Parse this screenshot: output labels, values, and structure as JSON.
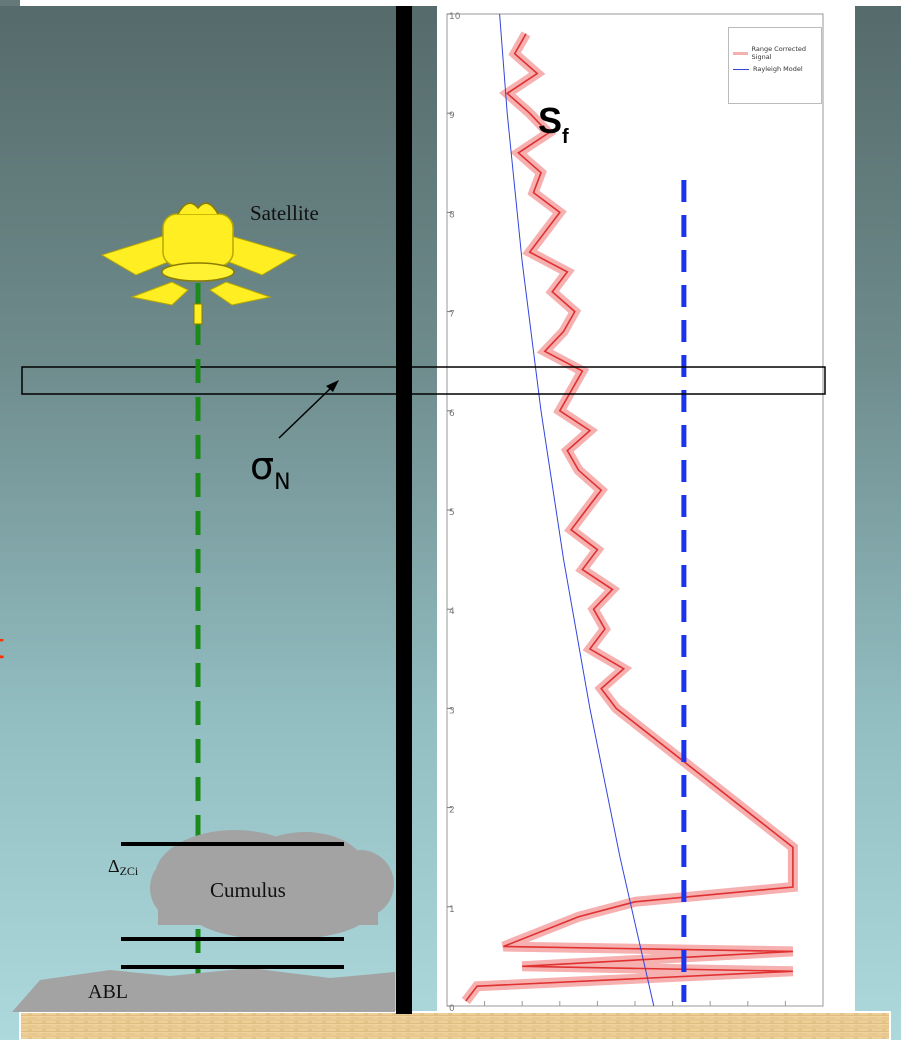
{
  "labels": {
    "satellite": "Satellite",
    "cumulus": "Cumulus",
    "abl": "ABL",
    "delta_base": "Δ",
    "delta_sub": "ZCi",
    "sigma": "σ",
    "sigma_sub": "N",
    "sf": "S",
    "sf_sub": "f",
    "left_cut_text": "t"
  },
  "legend": {
    "items": [
      {
        "label": "Range Corrected Signal",
        "color": "#e04040"
      },
      {
        "label": "Rayleigh Model",
        "color": "#3344dd"
      }
    ]
  },
  "colors": {
    "sky_top": "#556a6a",
    "sky_bottom": "#a9d8dc",
    "ground": "#e9c98e",
    "signal": "#e03030",
    "signal_band": "#f6b0b0",
    "rayleigh": "#3344dd",
    "satellite_beam": "#1a8a1a",
    "threshold_line": "#1a33ee",
    "satellite_body": "#ffee22"
  },
  "chart_data": {
    "type": "line",
    "y_tick_labels": [
      "10",
      "9",
      "8",
      "7",
      "6",
      "5",
      "4",
      "3",
      "2",
      "1",
      "0"
    ],
    "ylim": [
      0,
      10
    ],
    "series": [
      {
        "name": "Range Corrected Signal",
        "x": [
          2.1,
          1.8,
          2.4,
          1.6,
          2.2,
          2.7,
          1.9,
          2.5,
          2.3,
          3.0,
          2.6,
          2.2,
          3.2,
          2.8,
          3.4,
          3.1,
          2.6,
          3.6,
          3.3,
          3.0,
          3.8,
          3.2,
          3.5,
          4.1,
          3.7,
          3.3,
          4.0,
          3.6,
          4.4,
          3.9,
          4.2,
          3.8,
          4.7,
          4.1,
          4.5,
          9.2,
          9.2,
          5.0,
          3.5,
          1.5,
          9.2,
          2.0,
          9.2,
          0.8,
          0.5
        ],
        "y": [
          9.8,
          9.6,
          9.4,
          9.2,
          9.0,
          8.8,
          8.6,
          8.4,
          8.2,
          8.0,
          7.8,
          7.6,
          7.4,
          7.2,
          7.0,
          6.8,
          6.6,
          6.4,
          6.2,
          6.0,
          5.8,
          5.6,
          5.4,
          5.2,
          5.0,
          4.8,
          4.6,
          4.4,
          4.2,
          4.0,
          3.8,
          3.6,
          3.4,
          3.2,
          3.0,
          1.6,
          1.2,
          1.05,
          0.9,
          0.6,
          0.55,
          0.4,
          0.35,
          0.2,
          0.05
        ]
      },
      {
        "name": "Rayleigh Model",
        "x": [
          1.4,
          1.6,
          2.0,
          2.5,
          3.1,
          3.8,
          4.6,
          5.5
        ],
        "y": [
          10.0,
          9.0,
          7.5,
          6.0,
          4.5,
          3.0,
          1.5,
          0.0
        ]
      }
    ],
    "threshold_x": 6.3
  }
}
